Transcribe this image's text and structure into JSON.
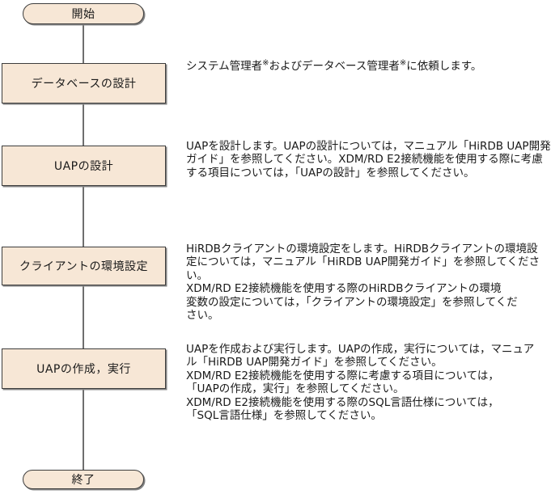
{
  "flowchart": {
    "start_label": "開始",
    "end_label": "終了",
    "steps": [
      {
        "label": "データベースの設計"
      },
      {
        "label": "UAPの設計"
      },
      {
        "label": "クライアントの環境設定"
      },
      {
        "label": "UAPの作成，実行"
      }
    ]
  },
  "annotations": [
    {
      "segments": [
        "システム管理者",
        "※",
        "およびデータベース管理者",
        "※",
        "に依頼します。"
      ]
    },
    {
      "lines": [
        "UAPを設計します。UAPの設計については，マニュアル「HiRDB UAP開発",
        "ガイド」を参照してください。XDM/RD E2接続機能を使用する際に考慮",
        "する項目については，「UAPの設計」を参照してください。"
      ]
    },
    {
      "lines": [
        "HiRDBクライアントの環境設定をします。HiRDBクライアントの環境設",
        "定については，マニュアル「HiRDB UAP開発ガイド」を参照してくださ",
        "い。",
        "XDM/RD E2接続機能を使用する際のHiRDBクライアントの環境",
        "変数の設定については，「クライアントの環境設定」を参照してくだ",
        "さい。"
      ]
    },
    {
      "lines": [
        "UAPを作成および実行します。UAPの作成，実行については，マニュア",
        "ル「HiRDB UAP開発ガイド」を参照してください。",
        "XDM/RD E2接続機能を使用する際に考慮する項目については，",
        "「UAPの作成，実行」を参照してください。",
        "XDM/RD E2接続機能を使用する際のSQL言語仕様については，",
        "「SQL言語仕様」を参照してください。"
      ]
    }
  ],
  "colors": {
    "shape_fill": "#f7e7d6",
    "shape_border": "#3d3d3d",
    "shape_shadow": "#848484",
    "connector": "#6e6e6e",
    "text": "#1a1a1a",
    "background": "#ffffff"
  }
}
